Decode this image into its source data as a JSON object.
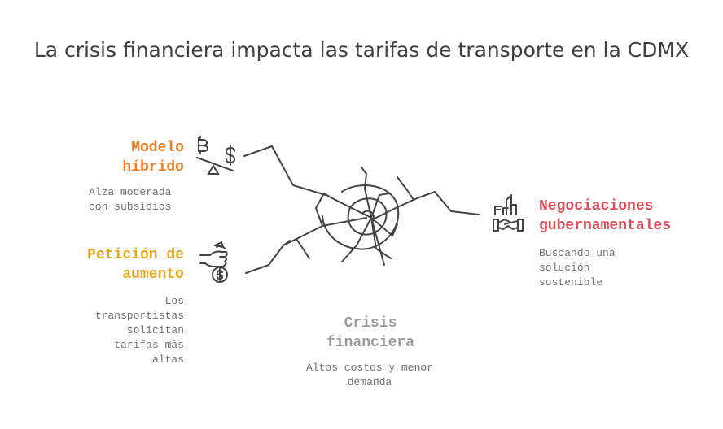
{
  "title": "La crisis financiera impacta las tarifas de transporte en la CDMX",
  "colors": {
    "modelo": "#f07a1f",
    "peticion": "#e8a21c",
    "negociaciones": "#e04a58",
    "crisis": "#9a9a9a",
    "lines": "#444444",
    "text": "#6f6f6f"
  },
  "nodes": {
    "modelo": {
      "title": "Modelo híbrido",
      "desc": "Alza moderada con subsidios",
      "icon": "balance-scale-crypto-dollar-icon"
    },
    "peticion": {
      "title": "Petición de aumento",
      "desc": "Los transportistas solicitan tarifas más altas",
      "icon": "hand-money-bag-icon"
    },
    "negociaciones": {
      "title": "Negociaciones gubernamentales",
      "desc": "Buscando una solución sostenible",
      "icon": "government-handshake-icon"
    },
    "crisis": {
      "title": "Crisis financiera",
      "desc": "Altos costos y menor demanda",
      "icon": "cracked-target-icon"
    }
  }
}
